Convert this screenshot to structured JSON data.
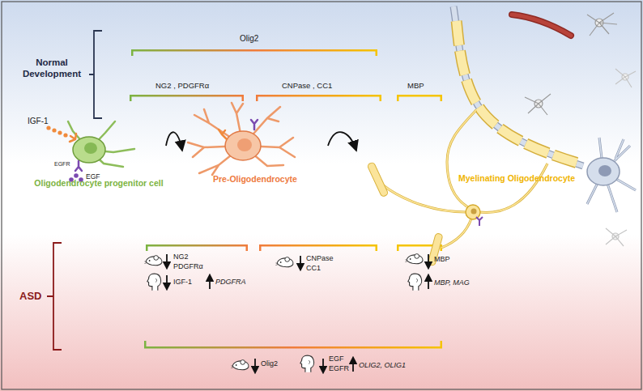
{
  "diagram": {
    "nodes": [
      {
        "text": [
          "Oligodendrocyte progenitor cell"
        ]
      },
      {
        "text": [
          "Pre-Oligodendrocyte"
        ]
      },
      {
        "text": [
          "Myelinating Oligodendrocyte"
        ]
      }
    ],
    "edges": [
      {
        "from": 0,
        "to": 1,
        "arrow": "to"
      },
      {
        "from": 1,
        "to": 2,
        "arrow": "to"
      }
    ],
    "labels": [
      "Normal Development",
      "Olig2",
      "NG2 , PDGFRα",
      "CNPase , CC1",
      "MBP",
      "IGF-1",
      "EGFR",
      "EGF",
      "ASD",
      "NG2",
      "PDGFRα",
      "IGF-1",
      "PDGFRA",
      "CNPase",
      "CC1",
      "MBP",
      "MBP, MAG",
      "Olig2",
      "EGF",
      "EGFR",
      "OLIG2, OLIG1"
    ]
  }
}
